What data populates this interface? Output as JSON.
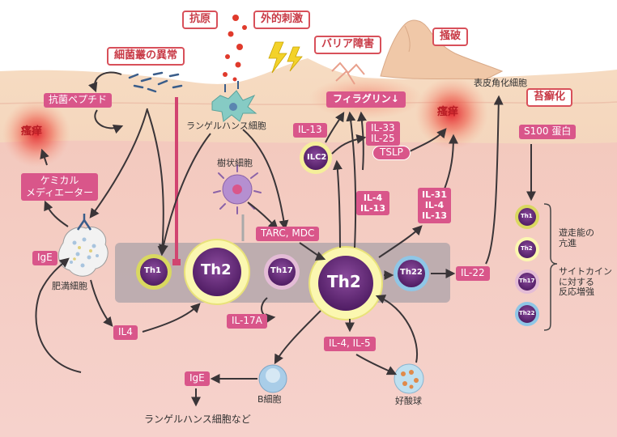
{
  "labels": {
    "antigen": "抗原",
    "external_stimulus": "外的刺激",
    "barrier_disorder": "バリア障害",
    "scratch": "掻破",
    "bacterial_abnormality": "細菌叢の異常",
    "antimicrobial_peptide": "抗菌ペプチド",
    "langerhans_cell": "ランゲルハンス細胞",
    "filaggrin": "フィラグリン↓",
    "keratinocyte": "表皮角化細胞",
    "lichenification": "苔癬化",
    "itch_left": "瘙痒",
    "itch_right": "瘙痒",
    "il13_top": "IL-13",
    "il33_25": "IL-33\nIL-25",
    "tslp": "TSLP",
    "s100": "S100 蛋白",
    "chemical_mediator": "ケミカル\nメディエーター",
    "dendritic_cell": "樹状細胞",
    "ilc2": "ILC2",
    "il4_il13": "IL-4\nIL-13",
    "il31_4_13": "IL-31\nIL-4\nIL-13",
    "tarc_mdc": "TARC, MDC",
    "ige_left": "IgE",
    "mast_cell": "肥満細胞",
    "th1": "Th1",
    "th2_left": "Th2",
    "th17": "Th17",
    "th2_center": "Th2",
    "th22": "Th22",
    "il22": "IL-22",
    "il17a": "IL-17A",
    "il4_left": "IL4",
    "il4_il5": "IL-4, IL-5",
    "ige_bottom": "IgE",
    "b_cell": "B細胞",
    "eosinophil": "好酸球",
    "langerhans_etc": "ランゲルハンス細胞など",
    "right_th1": "Th1",
    "right_th2": "Th2",
    "right_th17": "Th17",
    "right_th22": "Th22",
    "migration": "遊走能の\n亢進",
    "cytokine_response": "サイトカイン\nに対する\n反応増強"
  },
  "colors": {
    "skin_top": "#f3d3b8",
    "skin_mid": "#eec0ae",
    "dermis": "#f2c6bf",
    "band": "#b4a7ab",
    "accent_pink": "#d9568a",
    "accent_red": "#d8505a",
    "th_purple": "#6c2d7f",
    "th_ring": "#fbf7b0"
  }
}
